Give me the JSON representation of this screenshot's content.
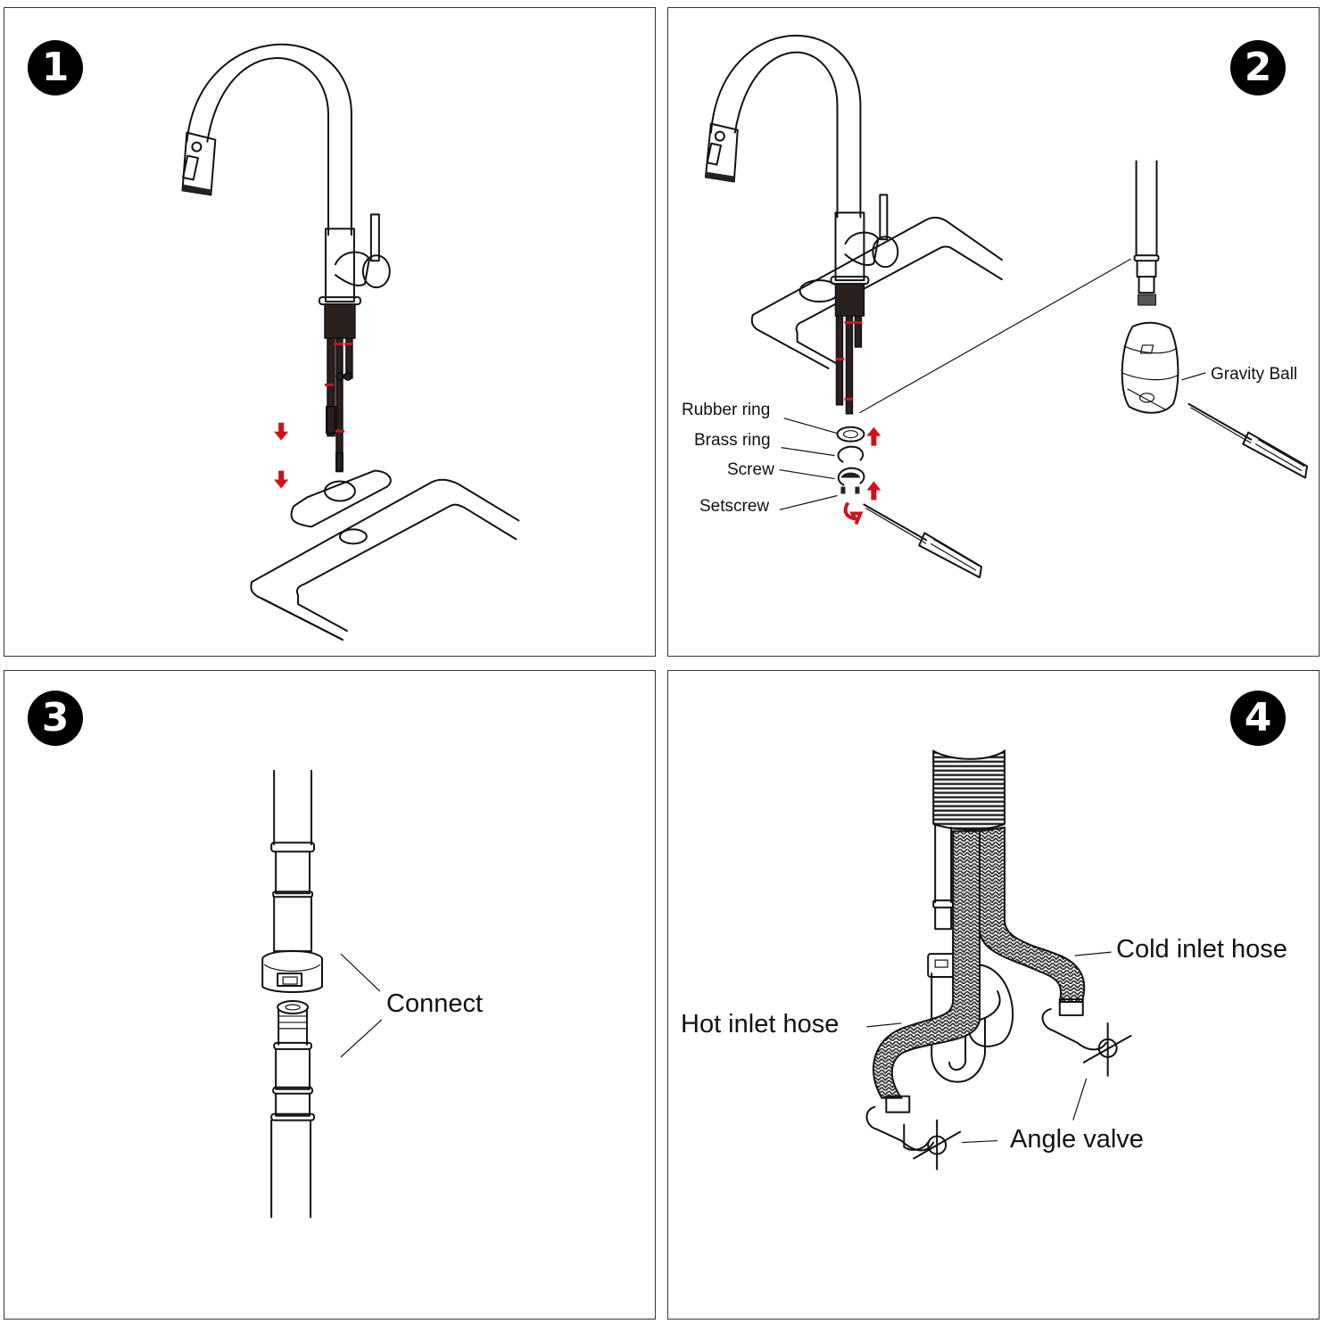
{
  "title": "Pull-down kitchen faucet installation steps",
  "accent_color": "#d0101c",
  "steps": [
    {
      "number": "1",
      "labels": []
    },
    {
      "number": "2",
      "labels": {
        "rubber_ring": "Rubber ring",
        "brass_ring": "Brass ring",
        "screw": "Screw",
        "setscrew": "Setscrew",
        "gravity_ball": "Gravity Ball"
      }
    },
    {
      "number": "3",
      "labels": {
        "connect": "Connect"
      }
    },
    {
      "number": "4",
      "labels": {
        "cold_inlet_hose": "Cold inlet hose",
        "hot_inlet_hose": "Hot inlet hose",
        "angle_valve": "Angle valve"
      }
    }
  ]
}
